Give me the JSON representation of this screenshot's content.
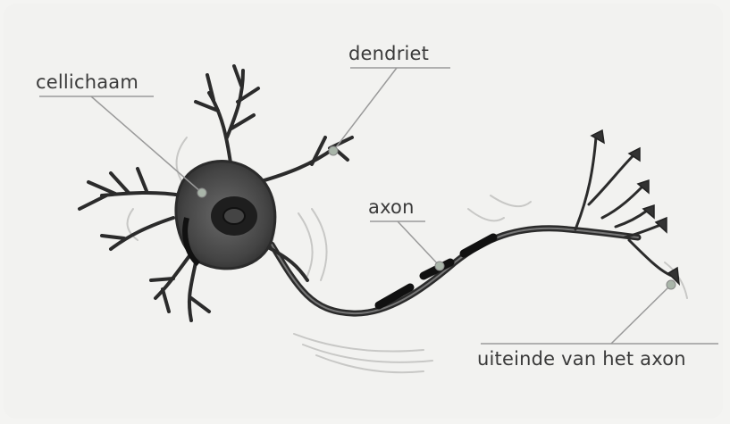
{
  "labels": {
    "cell_body": "cellichaam",
    "dendrite": "dendriet",
    "axon": "axon",
    "axon_terminal": "uiteinde van het axon"
  },
  "colors": {
    "background": "#f2f2f0",
    "ink": "#2b2b2b",
    "label_text": "#3a3a3a",
    "leader_line": "#9a9a9a",
    "marker_dot": "#a9b5a9"
  }
}
